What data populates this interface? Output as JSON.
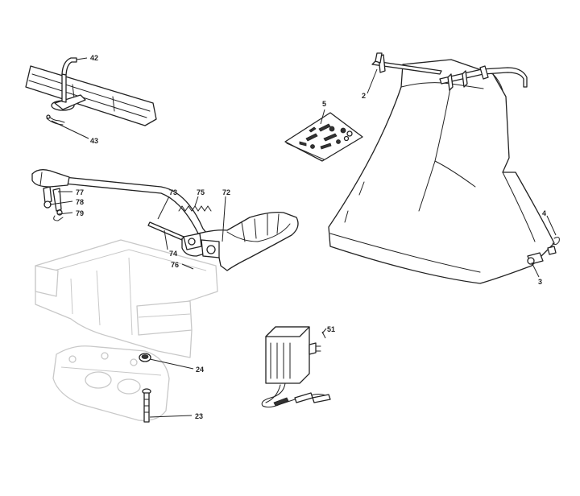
{
  "callouts": {
    "c2": "2",
    "c3": "3",
    "c4": "4",
    "c5": "5",
    "c23": "23",
    "c24": "24",
    "c42": "42",
    "c43": "43",
    "c51": "51",
    "c72": "72",
    "c73": "73",
    "c74": "74",
    "c75": "75",
    "c76": "76",
    "c77": "77",
    "c78": "78",
    "c79": "79"
  }
}
